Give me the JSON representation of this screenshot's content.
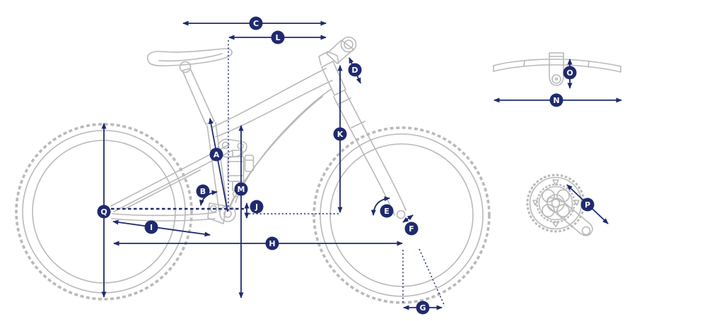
{
  "diagram": {
    "name": "bike-geometry-diagram",
    "accent_color": "#1f2a6e",
    "lineart_color": "#b9b9b9",
    "background_color": "#ffffff",
    "markers": {
      "A": "A",
      "B": "B",
      "C": "C",
      "D": "D",
      "E": "E",
      "F": "F",
      "G": "G",
      "H": "H",
      "I": "I",
      "J": "J",
      "K": "K",
      "L": "L",
      "M": "M",
      "N": "N",
      "O": "O",
      "P": "P",
      "Q": "Q"
    }
  }
}
